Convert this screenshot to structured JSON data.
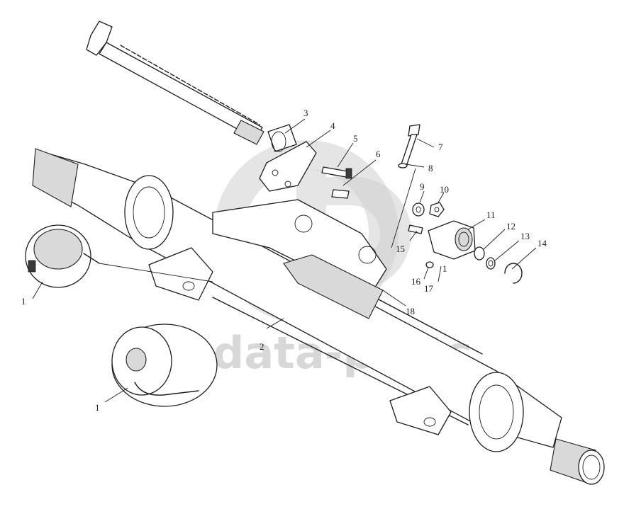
{
  "watermark": {
    "text": "data-parts"
  },
  "callouts": {
    "c1a": "1",
    "c1b": "1",
    "c1c": "1",
    "c2": "2",
    "c3": "3",
    "c4": "4",
    "c5": "5",
    "c6": "6",
    "c7": "7",
    "c8": "8",
    "c9": "9",
    "c10": "10",
    "c11": "11",
    "c12": "12",
    "c13": "13",
    "c14": "14",
    "c15": "15",
    "c16": "16",
    "c17": "17",
    "c18": "18"
  }
}
